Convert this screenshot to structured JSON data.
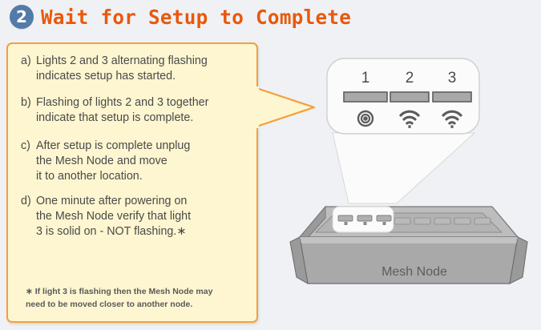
{
  "header": {
    "step_number": "2",
    "title": "Wait for Setup to Complete",
    "badge_color": "#527ba8",
    "title_color": "#e8590c"
  },
  "note_box": {
    "background_color": "#fdf6d0",
    "border_color": "#f3a03c",
    "items": [
      {
        "marker": "a)",
        "lines": [
          "Lights 2 and 3 alternating flashing",
          "indicates setup has started."
        ]
      },
      {
        "marker": "b)",
        "lines": [
          "Flashing of lights 2 and 3 together",
          "indicate that setup is complete."
        ]
      },
      {
        "marker": "c)",
        "lines": [
          "After setup is complete unplug",
          "the Mesh Node and move",
          "it to another location."
        ]
      },
      {
        "marker": "d)",
        "lines": [
          "One minute after powering on",
          "the Mesh Node verify that light",
          "3 is solid on - NOT flashing.∗"
        ]
      }
    ],
    "footnote": [
      "∗ If light 3 is flashing then the Mesh Node may",
      "need to be moved closer to another  node."
    ]
  },
  "callout": {
    "led_labels": [
      "1",
      "2",
      "3"
    ],
    "led_bar_color": "#a8a8a8",
    "led_bar_border_color": "#5e5e5e",
    "icons": [
      "power-circle-icon",
      "wifi-icon",
      "wifi-icon"
    ]
  },
  "device": {
    "caption": "Mesh Node",
    "body_color": "#a9a9a9",
    "top_color": "#bdbdbd",
    "highlighted_led_count": 3,
    "remaining_led_count": 5
  },
  "canvas": {
    "background_color": "#f0f1f5"
  }
}
